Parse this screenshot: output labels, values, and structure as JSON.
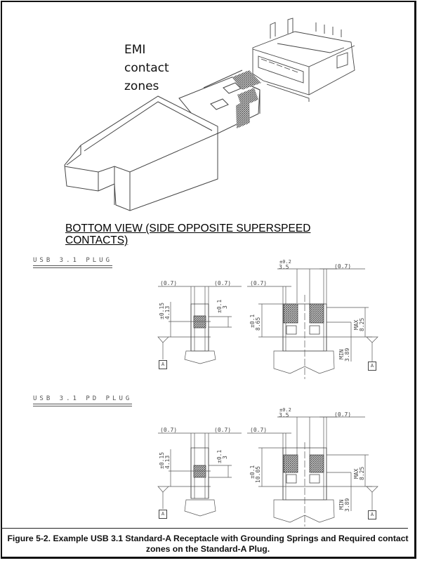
{
  "figure": {
    "emi_label": [
      "EMI",
      "contact",
      "zones"
    ],
    "bottom_view_label": "BOTTOM VIEW (SIDE OPPOSITE SUPERSPEED CONTACTS)",
    "caption": "Figure 5-2.  Example USB 3.1 Standard-A Receptacle with Grounding Springs and Required contact zones on the Standard-A Plug."
  },
  "sections": [
    {
      "title": "USB 3.1 PLUG",
      "side_view": {
        "left_clearance": "(0.7)",
        "right_clearance": "(0.7)",
        "height_dim": "4.13",
        "height_tol": "±0.15",
        "zone_dim": "3",
        "zone_tol": "±0.1",
        "datum": "A"
      },
      "front_view": {
        "pitch_dim": "3.5",
        "pitch_tol": "±0.2",
        "left_clearance": "(0.7)",
        "right_clearance": "(0.7)",
        "height_dim": "8.65",
        "height_tol": "±0.1",
        "max_label": "MAX",
        "max_dim": "8.25",
        "min_label": "MIN",
        "min_dim": "3.89",
        "datum": "A"
      }
    },
    {
      "title": "USB 3.1 PD PLUG",
      "side_view": {
        "left_clearance": "(0.7)",
        "right_clearance": "(0.7)",
        "height_dim": "4.13",
        "height_tol": "±0.15",
        "zone_dim": "3",
        "zone_tol": "±0.1",
        "datum": "A"
      },
      "front_view": {
        "pitch_dim": "3.5",
        "pitch_tol": "±0.2",
        "left_clearance": "(0.7)",
        "right_clearance": "(0.7)",
        "height_dim": "10.05",
        "height_tol": "±0.1",
        "max_label": "MAX",
        "max_dim": "8.25",
        "min_label": "MIN",
        "min_dim": "3.89",
        "datum": "A"
      }
    }
  ],
  "colors": {
    "line": "#333333",
    "hatch": "#555555",
    "text": "#111111"
  }
}
